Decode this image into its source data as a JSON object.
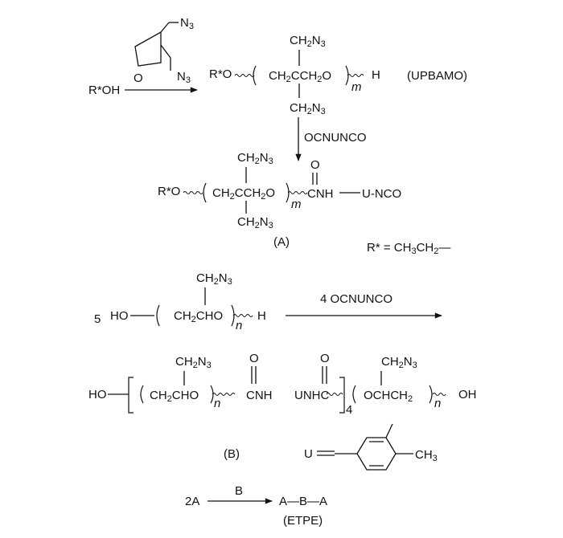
{
  "colors": {
    "ink": "#111111",
    "background": "#ffffff"
  },
  "step1": {
    "oxetane_n3_top": "N3",
    "oxetane_n3_bottom": "N3",
    "oxetane_o": "O",
    "reactant": "R*OH",
    "prod_start": "R*O",
    "prod_top": "CH2N3",
    "prod_backbone": "CH2CCH2O",
    "prod_bottom": "CH2N3",
    "prod_sub": "m",
    "prod_end": "H",
    "name": "(UPBAMO)"
  },
  "step2": {
    "reagent": "OCNUNCO",
    "start": "R*O",
    "top": "CH2N3",
    "backbone": "CH2CCH2O",
    "bottom": "CH2N3",
    "sub": "m",
    "carbonyl_o": "O",
    "link": "CNH",
    "end": "U-NCO",
    "label": "(A)",
    "r_definition": "R* = CH3CH2—"
  },
  "step3": {
    "coef": "5",
    "start": "HO",
    "top": "CH2N3",
    "backbone": "CH2CHO",
    "sub": "n",
    "end": "H",
    "reagent": "4  OCNUNCO"
  },
  "step4": {
    "start": "HO",
    "top1": "CH2N3",
    "backbone1": "CH2CHO",
    "sub1": "n",
    "carbonyl1": "O",
    "link1": "CNH",
    "link2": "UNHC",
    "carbonyl2": "O",
    "sub4": "4",
    "top2": "CH2N3",
    "backbone2": "OCHCH2",
    "sub2": "n",
    "end": "OH",
    "label": "(B)",
    "u_label": "U",
    "u_ch3": "CH3"
  },
  "step5": {
    "left": "2A",
    "reagent": "B",
    "product": "A—B—A",
    "name": "(ETPE)"
  }
}
